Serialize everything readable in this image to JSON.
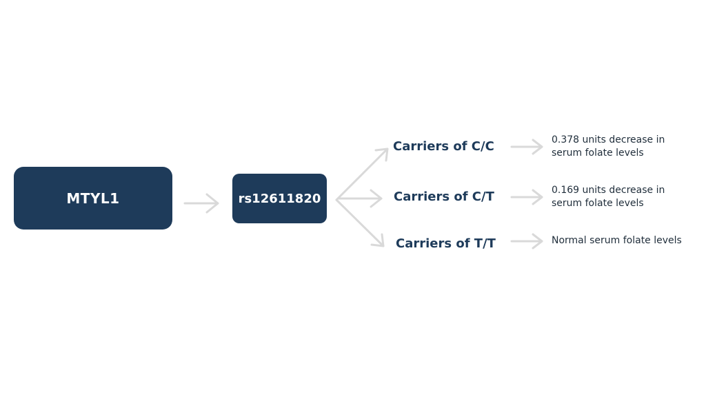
{
  "diagram": {
    "gene": "MTYL1",
    "snp": "rs12611820",
    "branches": [
      {
        "genotype": "Carriers of C/C",
        "outcome_line1": "0.378 units decrease in",
        "outcome_line2": "serum folate levels"
      },
      {
        "genotype": "Carriers of C/T",
        "outcome_line1": "0.169 units decrease in",
        "outcome_line2": "serum folate levels"
      },
      {
        "genotype": "Carriers of T/T",
        "outcome_line1": "Normal serum folate levels",
        "outcome_line2": ""
      }
    ],
    "colors": {
      "node_fill": "#1e3b5a",
      "node_text": "#ffffff",
      "arrow": "#d9d9d9",
      "genotype_text": "#1e3b5a"
    }
  }
}
